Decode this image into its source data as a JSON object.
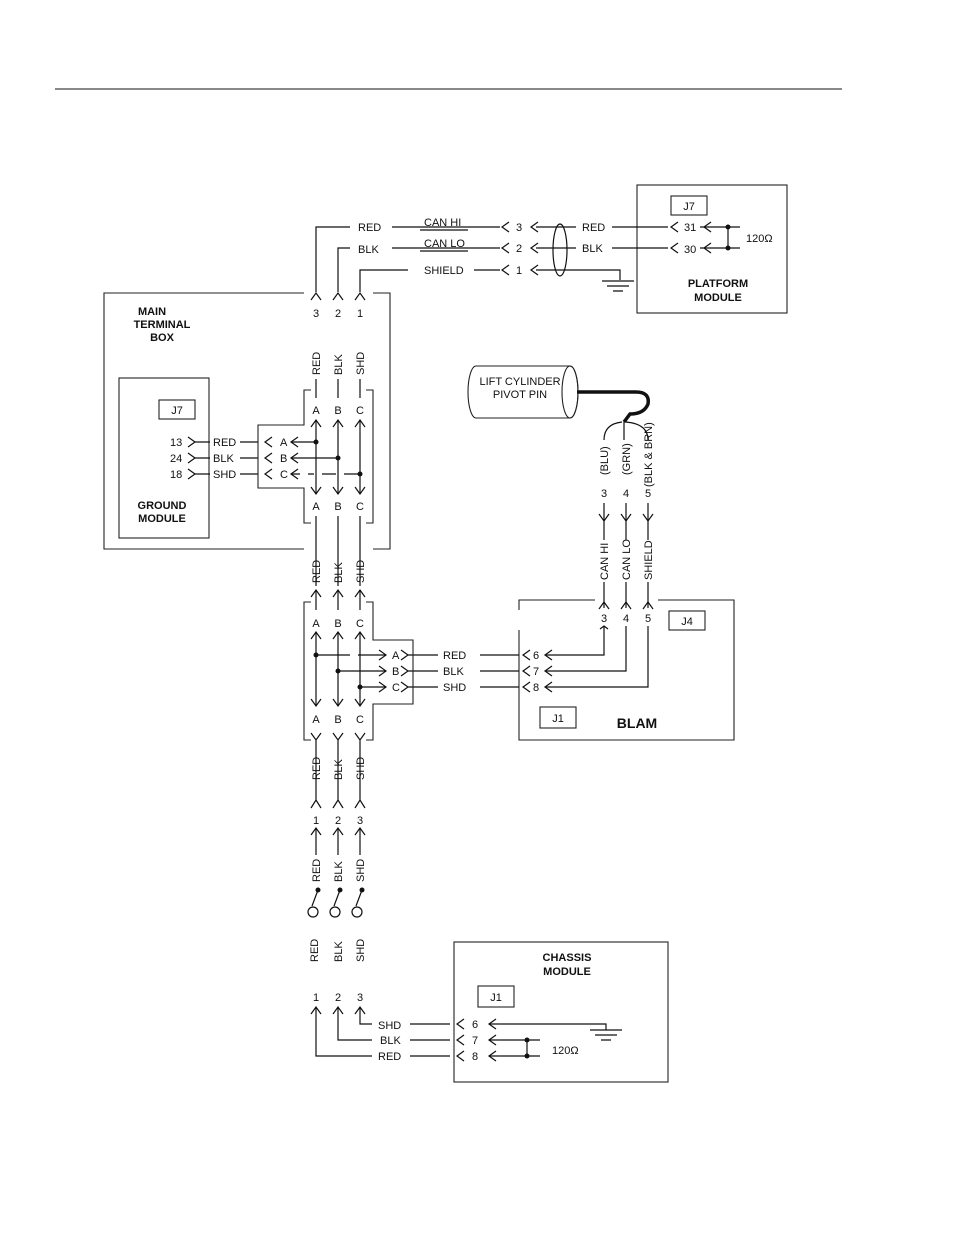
{
  "main_terminal_box": {
    "title_line1": "MAIN",
    "title_line2": "TERMINAL",
    "title_line3": "BOX"
  },
  "ground_module": {
    "connector": "J7",
    "title_line1": "GROUND",
    "title_line2": "MODULE",
    "pins": [
      {
        "num": "13",
        "wire": "RED",
        "letter": "A"
      },
      {
        "num": "24",
        "wire": "BLK",
        "letter": "B"
      },
      {
        "num": "18",
        "wire": "SHD",
        "letter": "C"
      }
    ]
  },
  "platform_module": {
    "connector": "J7",
    "title_line1": "PLATFORM",
    "title_line2": "MODULE",
    "resistor": "120Ω",
    "pins": [
      {
        "num": "31",
        "wire": "RED"
      },
      {
        "num": "30",
        "wire": "BLK"
      }
    ]
  },
  "can_top": [
    {
      "pin": "3",
      "label": "CAN HI",
      "wire": "RED"
    },
    {
      "pin": "2",
      "label": "CAN LO",
      "wire": "BLK"
    },
    {
      "pin": "1",
      "label": "SHIELD"
    }
  ],
  "terminal_top": {
    "pins": [
      "3",
      "2",
      "1"
    ],
    "wires": [
      "RED",
      "BLK",
      "SHD"
    ]
  },
  "letters": [
    "A",
    "B",
    "C"
  ],
  "wires_col": [
    "RED",
    "BLK",
    "SHD"
  ],
  "lift_cylinder": {
    "line1": "LIFT CYLINDER",
    "line2": "PIVOT PIN",
    "leads": [
      {
        "color": "(BLU)",
        "pin": "3",
        "signal": "CAN HI"
      },
      {
        "color": "(GRN)",
        "pin": "4",
        "signal": "CAN LO"
      },
      {
        "color": "(BLK & BRN)",
        "pin": "5",
        "signal": "SHIELD"
      }
    ]
  },
  "blam": {
    "title": "BLAM",
    "connector_j4": "J4",
    "connector_j1": "J1",
    "j4_pins": [
      "3",
      "4",
      "5"
    ],
    "pins": [
      {
        "num": "6",
        "wire": "RED",
        "letter": "A"
      },
      {
        "num": "7",
        "wire": "BLK",
        "letter": "B"
      },
      {
        "num": "8",
        "wire": "SHD",
        "letter": "C"
      }
    ]
  },
  "lower_pins_1": [
    "1",
    "2",
    "3"
  ],
  "lower_pins_2": [
    "1",
    "2",
    "3"
  ],
  "chassis_module": {
    "title_line1": "CHASSIS",
    "title_line2": "MODULE",
    "connector": "J1",
    "resistor": "120Ω",
    "pins": [
      {
        "num": "6",
        "wire": "SHD"
      },
      {
        "num": "7",
        "wire": "BLK"
      },
      {
        "num": "8",
        "wire": "RED"
      }
    ]
  }
}
